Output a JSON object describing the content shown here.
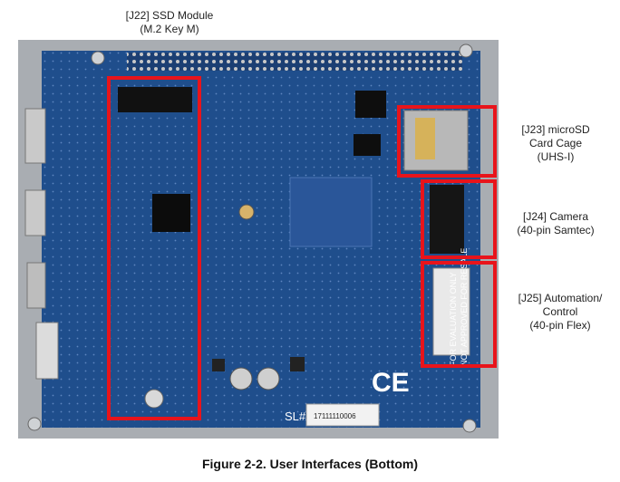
{
  "labels": {
    "j22": [
      "[J22] SSD Module",
      "(M.2 Key M)"
    ],
    "j23": [
      "[J23] microSD",
      "Card Cage",
      "(UHS-I)"
    ],
    "j24": [
      "[J24] Camera",
      "(40-pin Samtec)"
    ],
    "j25": [
      "[J25] Automation/",
      "Control",
      "(40-pin Flex)"
    ]
  },
  "board_text": {
    "serial_prefix": "SL#",
    "serial_number": "17111110006",
    "eval_notice_1": "FOR EVALUATION ONLY",
    "eval_notice_2": "NOT APPROVED FOR RESALE"
  },
  "caption": "Figure 2-2. User Interfaces (Bottom)",
  "colors": {
    "board": "#1f4e8c",
    "board_dark": "#163d70",
    "highlight": "#e8141b",
    "frame": "#9aa0a6"
  }
}
